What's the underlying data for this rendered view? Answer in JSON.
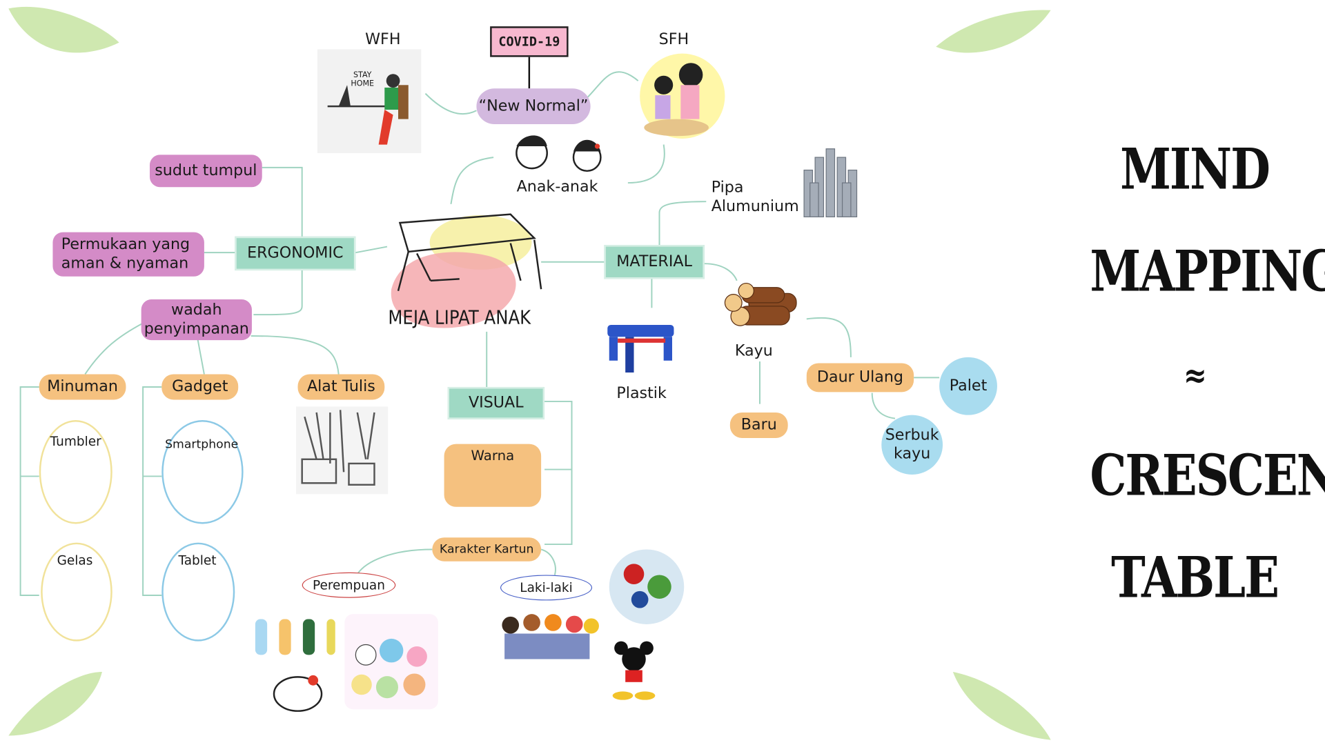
{
  "title": {
    "line1": "MIND",
    "line2": "MAPPING",
    "line3": "≈",
    "line4": "CRESCENT",
    "line5": "TABLE"
  },
  "center": "MEJA LIPAT ANAK",
  "top": {
    "wfh": "WFH",
    "covid": "COVID-19",
    "sfh": "SFH",
    "new_normal": "“New Normal”",
    "anak": "Anak-anak",
    "stay_home": "STAY HOME"
  },
  "ergonomic": {
    "label": "ERGONOMIC",
    "sudut": "sudut tumpul",
    "permukaan": "Permukaan yang aman & nyaman",
    "wadah": "wadah penyimpanan"
  },
  "storage": {
    "minuman": "Minuman",
    "gadget": "Gadget",
    "alat_tulis": "Alat Tulis",
    "tumbler": "Tumbler",
    "gelas": "Gelas",
    "smartphone": "Smartphone",
    "tablet": "Tablet"
  },
  "material": {
    "label": "MATERIAL",
    "pipa": "Pipa Alumunium",
    "plastik": "Plastik",
    "kayu": "Kayu",
    "baru": "Baru",
    "daur_ulang": "Daur Ulang",
    "palet": "Palet",
    "serbuk": "Serbuk kayu"
  },
  "visual": {
    "label": "VISUAL",
    "warna": "Warna",
    "karakter": "Karakter Kartun",
    "perempuan": "Perempuan",
    "laki": "Laki-laki"
  },
  "colors": {
    "pink": "#d48bc7",
    "mint": "#9fd9c4",
    "orange": "#f5c17f",
    "cyan": "#a9dcef",
    "leaf": "#cfe8b0",
    "line": "#9fd3c0"
  }
}
